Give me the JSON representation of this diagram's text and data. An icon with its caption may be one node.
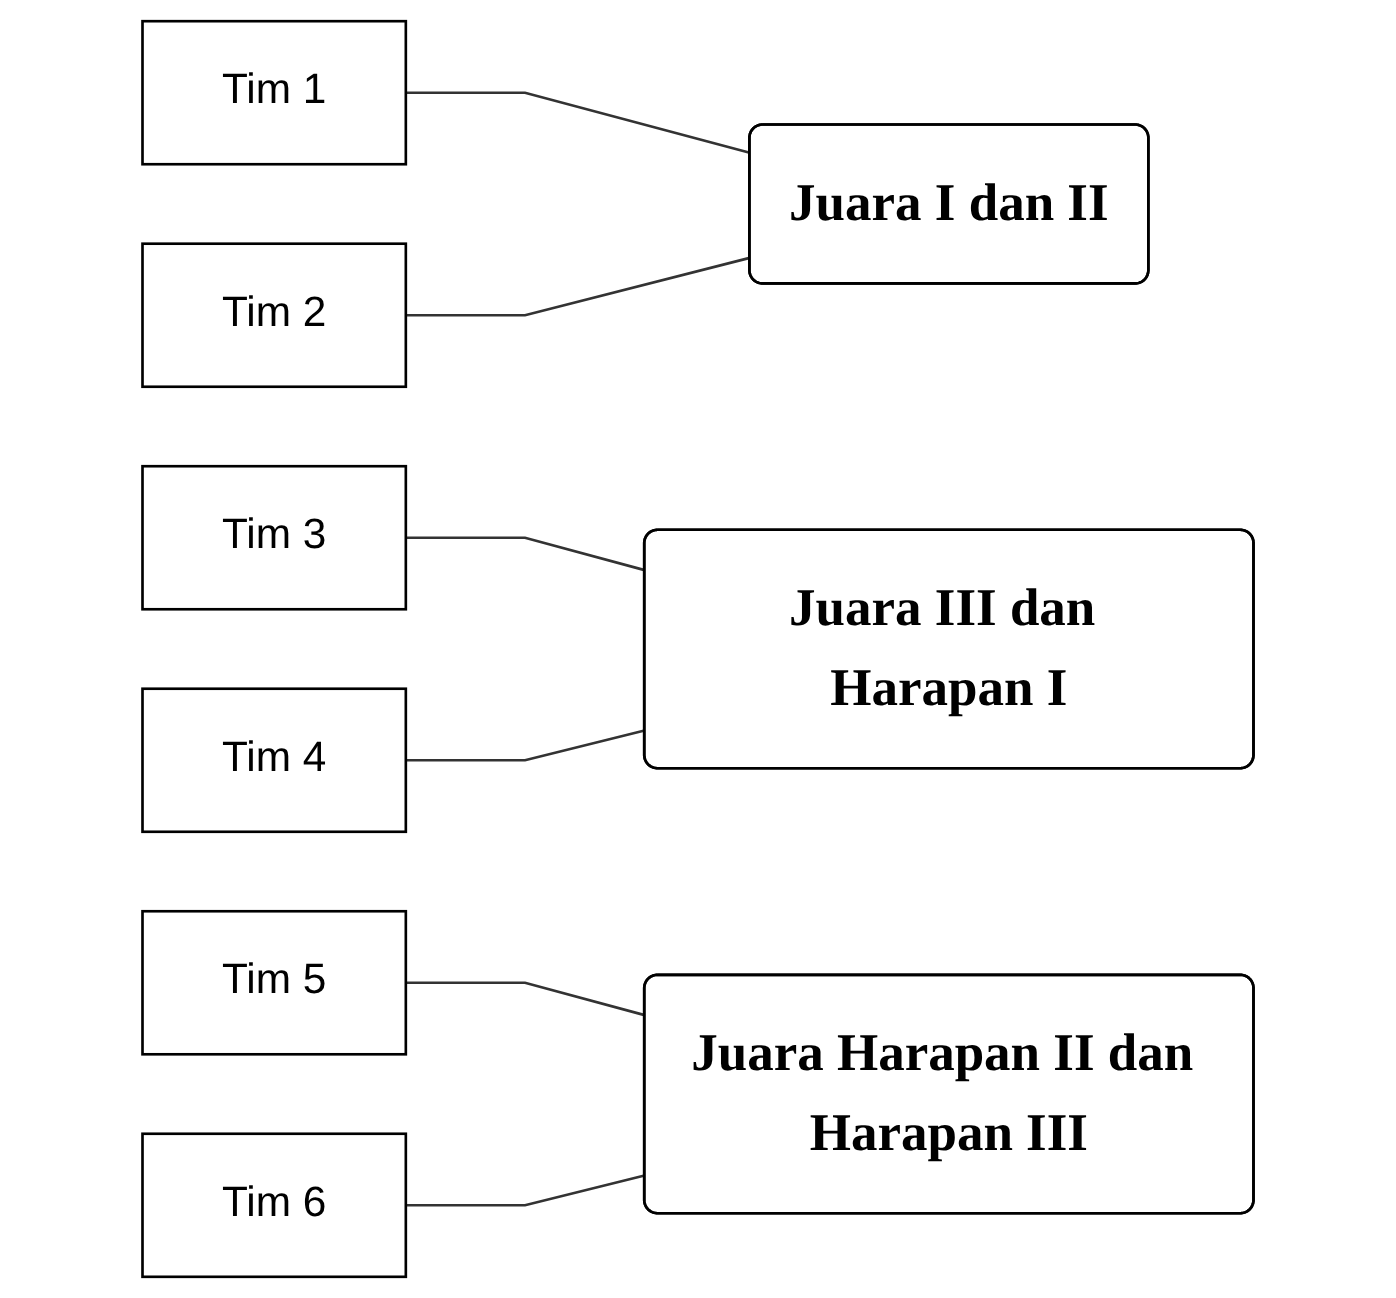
{
  "diagram": {
    "nodes": [
      {
        "text": [
          "Tim 1"
        ]
      },
      {
        "text": [
          "Tim 2"
        ]
      },
      {
        "text": [
          "Juara I dan II"
        ]
      },
      {
        "text": [
          "Tim 3"
        ]
      },
      {
        "text": [
          "Tim 4"
        ]
      },
      {
        "text": [
          "Juara III dan Harapan I"
        ]
      },
      {
        "text": [
          "Tim 5"
        ]
      },
      {
        "text": [
          "Tim 6"
        ]
      },
      {
        "text": [
          "Juara Harapan II dan Harapan III"
        ]
      }
    ],
    "edges": [
      {
        "from": 0,
        "to": 2,
        "arrow": "none"
      },
      {
        "from": 1,
        "to": 2,
        "arrow": "none"
      },
      {
        "from": 3,
        "to": 5,
        "arrow": "none"
      },
      {
        "from": 4,
        "to": 5,
        "arrow": "none"
      },
      {
        "from": 6,
        "to": 8,
        "arrow": "none"
      },
      {
        "from": 7,
        "to": 8,
        "arrow": "none"
      }
    ]
  }
}
